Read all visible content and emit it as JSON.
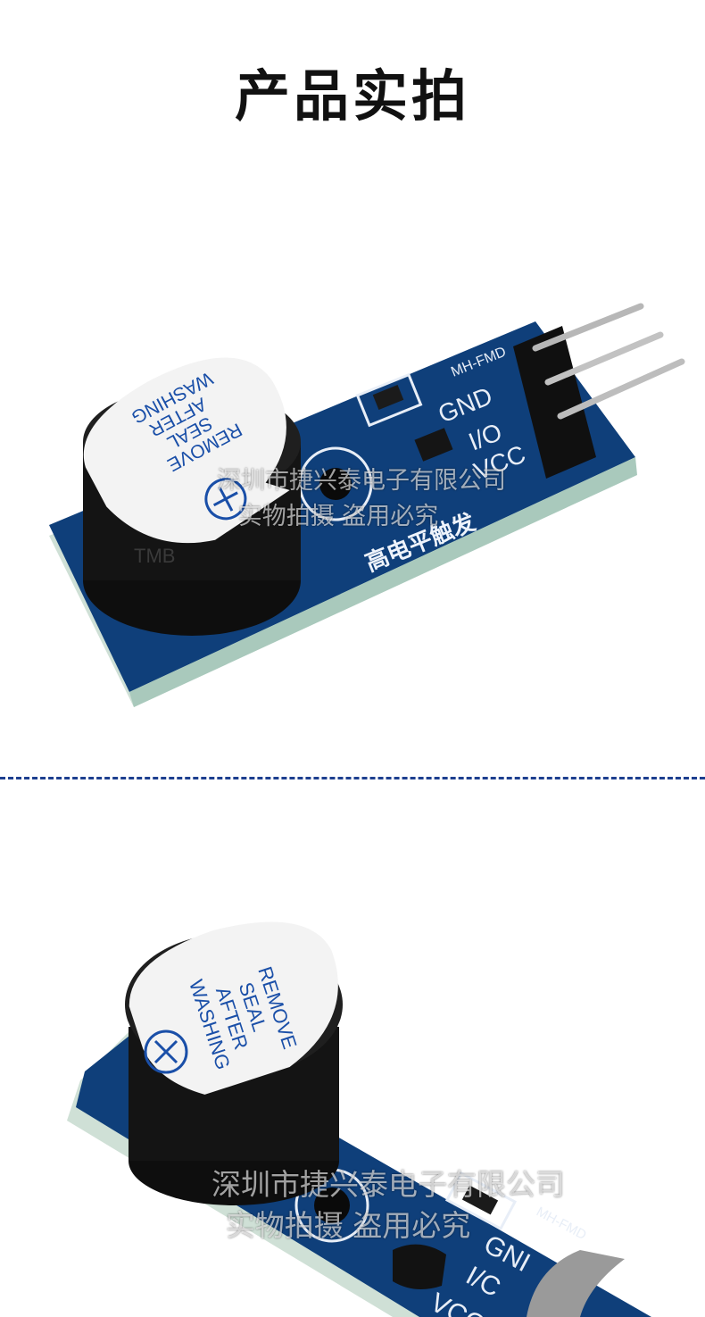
{
  "heading": "产品实拍",
  "watermark": {
    "line1": "深圳市捷兴泰电子有限公司",
    "line2": "实物拍摄 盗用必究"
  },
  "sticker": {
    "line1": "REMOVE",
    "line2": "SEAL",
    "line3": "AFTER",
    "line4": "WASHING"
  },
  "board": {
    "model": "MH-FMD",
    "pin_gnd": "GND",
    "pin_io": "I/O",
    "pin_vcc": "VCC",
    "trigger_label": "高电平触发"
  },
  "photo2_board": {
    "model": "MH-FMD",
    "pin_gnd": "GNI",
    "pin_io": "I/C",
    "pin_vcc": "VCC"
  },
  "colors": {
    "pcb_blue": "#0f3f7a",
    "pcb_edge": "#c9ddd2",
    "buzzer_black": "#141414",
    "sticker_white": "#f3f3f3",
    "sticker_text": "#1a4fa8",
    "divider": "#1d3f8f"
  }
}
